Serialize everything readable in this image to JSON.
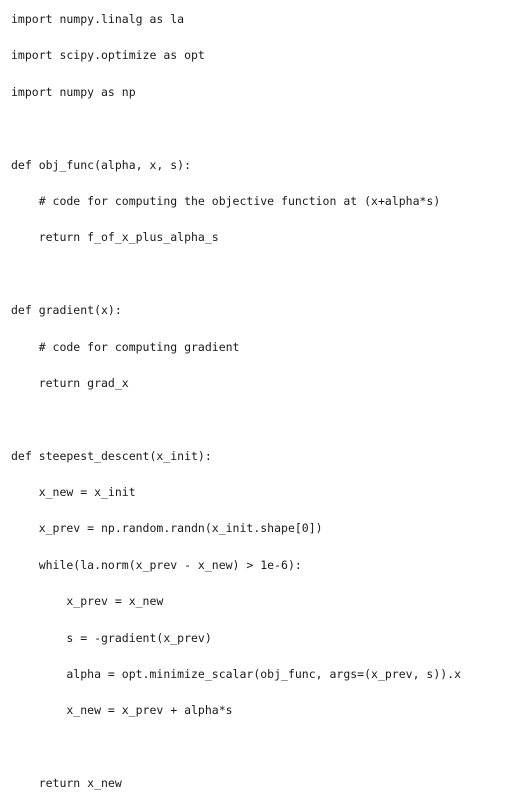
{
  "code": {
    "language": "python",
    "lines": [
      "import numpy.linalg as la",
      "import scipy.optimize as opt",
      "import numpy as np",
      "",
      "def obj_func(alpha, x, s):",
      "    # code for computing the objective function at (x+alpha*s)",
      "    return f_of_x_plus_alpha_s",
      "",
      "def gradient(x):",
      "    # code for computing gradient",
      "    return grad_x",
      "",
      "def steepest_descent(x_init):",
      "    x_new = x_init",
      "    x_prev = np.random.randn(x_init.shape[0])",
      "    while(la.norm(x_prev - x_new) > 1e-6):",
      "        x_prev = x_new",
      "        s = -gradient(x_prev)",
      "        alpha = opt.minimize_scalar(obj_func, args=(x_prev, s)).x",
      "        x_new = x_prev + alpha*s",
      "",
      "    return x_new"
    ]
  }
}
